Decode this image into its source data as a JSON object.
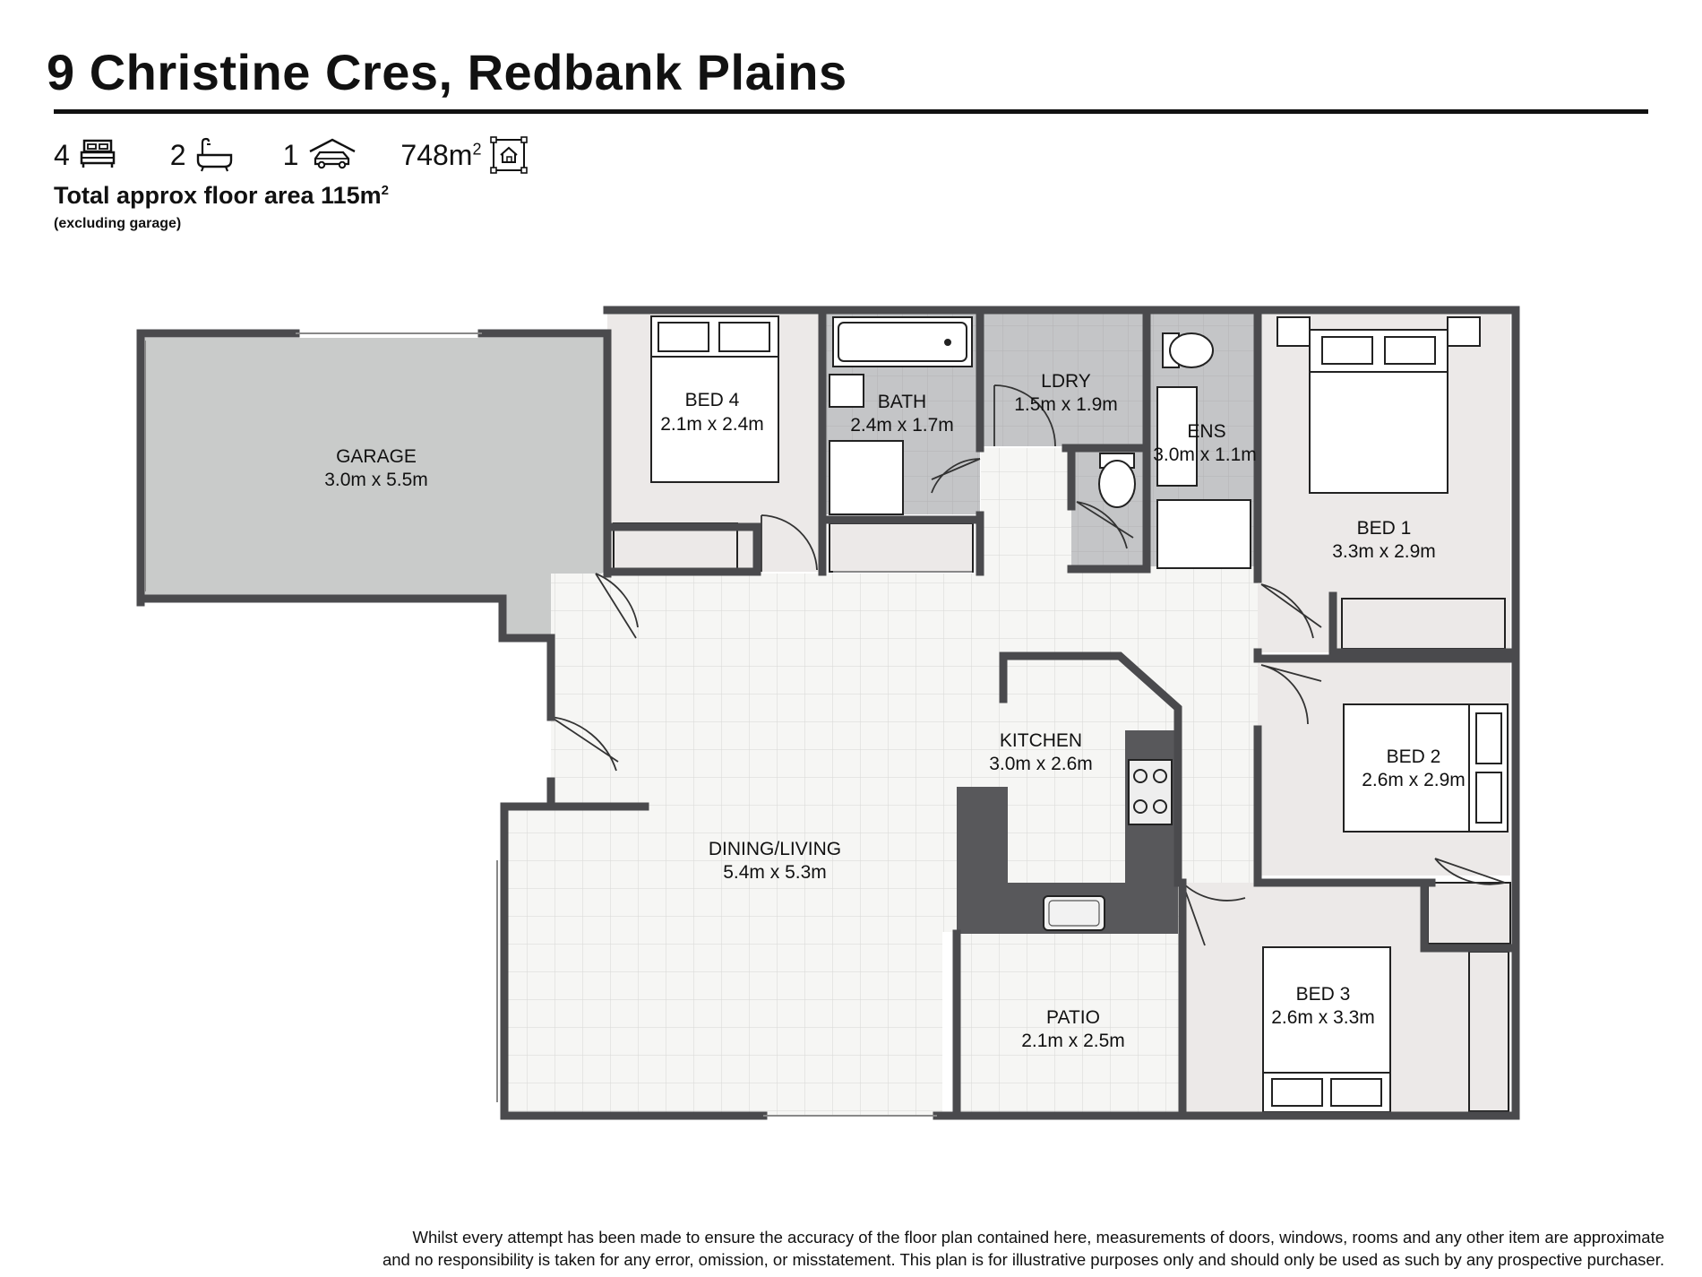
{
  "header": {
    "title": "9 Christine Cres, Redbank Plains"
  },
  "stats": {
    "bedrooms": "4",
    "bedroom_icon": "bed-icon",
    "bathrooms": "2",
    "bathroom_icon": "bathtub-icon",
    "car_spaces": "1",
    "car_icon": "car-icon",
    "land_area": "748m",
    "land_area_sup": "2",
    "land_icon": "house-land-icon"
  },
  "floor_area": {
    "label": "Total approx floor area 115m",
    "sup": "2",
    "note": "(excluding garage)"
  },
  "rooms": {
    "garage": {
      "name": "GARAGE",
      "size": "3.0m x 5.5m"
    },
    "bed4": {
      "name": "BED 4",
      "size": "2.1m x 2.4m"
    },
    "bath": {
      "name": "BATH",
      "size": "2.4m x 1.7m"
    },
    "ldry": {
      "name": "LDRY",
      "size": "1.5m x 1.9m"
    },
    "ens": {
      "name": "ENS",
      "size": "3.0m x 1.1m"
    },
    "bed1": {
      "name": "BED 1",
      "size": "3.3m x 2.9m"
    },
    "bed2": {
      "name": "BED 2",
      "size": "2.6m x 2.9m"
    },
    "kitchen": {
      "name": "KITCHEN",
      "size": "3.0m x 2.6m"
    },
    "dining": {
      "name": "DINING/LIVING",
      "size": "5.4m x 5.3m"
    },
    "patio": {
      "name": "PATIO",
      "size": "2.1m x 2.5m"
    },
    "bed3": {
      "name": "BED 3",
      "size": "2.6m x 3.3m"
    }
  },
  "colors": {
    "wall": "#4a4a4d",
    "garage_floor": "#c9cbca",
    "wet_floor": "#c4c5c7",
    "carpet": "#ece9e8",
    "tile": "#f6f6f4",
    "bench": "#58585b"
  },
  "disclaimer": {
    "line1": "Whilst every attempt has been made to ensure the accuracy of the floor plan contained here, measurements of doors, windows, rooms and any other item are approximate",
    "line2": "and no responsibility is taken for any error, omission, or misstatement. This plan is for illustrative purposes only and should only be used as such by any prospective purchaser."
  }
}
